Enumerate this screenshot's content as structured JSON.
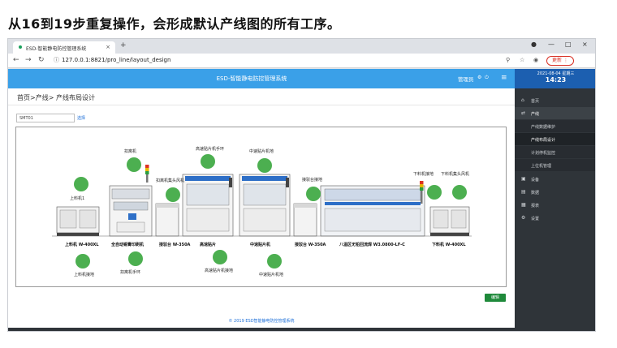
{
  "caption": "从16到19步重复操作，会形成默认产线图的所有工序。",
  "browser": {
    "tab_title": "ESD-智能静电防控管理系统",
    "tab_close": "×",
    "new_tab": "+",
    "url_host": "127.0.0.1",
    "url_path": ":8821/pro_line/layout_design",
    "update_label": "更新",
    "win_controls": [
      "—",
      "□",
      "×"
    ]
  },
  "app": {
    "header_title": "ESD-智能静电防控管理系统",
    "admin_label": "管理员",
    "clock": {
      "date": "2021-08-04 星期三",
      "time": "14:23"
    },
    "sidebar": [
      {
        "label": "首页",
        "icon": "home-icon",
        "glyph": "⌂"
      },
      {
        "label": "产线",
        "icon": "swap-icon",
        "glyph": "⇄"
      },
      {
        "label": "产线数据维护",
        "sub": true
      },
      {
        "label": "产线布局设计",
        "sub": true,
        "active": true
      },
      {
        "label": "计划停机监控",
        "sub": true
      },
      {
        "label": "上位机管理",
        "sub": true
      },
      {
        "label": "设备",
        "icon": "device-icon",
        "glyph": "▣"
      },
      {
        "label": "数据",
        "icon": "data-icon",
        "glyph": "▤"
      },
      {
        "label": "报表",
        "icon": "report-icon",
        "glyph": "▦"
      },
      {
        "label": "设置",
        "icon": "settings-icon",
        "glyph": "⚙"
      }
    ],
    "breadcrumb": "首页>产线> 产线布局设计",
    "line_input_value": "SMT01",
    "select_link": "选择",
    "edit_button": "编辑",
    "footer": "© 2019 ESD智能静电防控管理系统",
    "layout": {
      "top_labels": [
        "扣离机",
        "高速贴片机手环",
        "中速贴片机地",
        "扣离机集头风机",
        "接驳台接地",
        "下料机接地",
        "下料机集头风机",
        "上料机1"
      ],
      "machine_labels": [
        "上料机 W-400XL",
        "全自动锡膏印刷机",
        "接驳台 W-350A",
        "高速贴片",
        "中速贴片机",
        "接驳台 W-350A",
        "八温区无铅回流焊 W3.0800-LF-C",
        "下料机 W-400XL"
      ],
      "bottom_labels": [
        "上料机接地",
        "扣离机手环",
        "高速贴片机接地",
        "中速贴片机地"
      ]
    }
  }
}
